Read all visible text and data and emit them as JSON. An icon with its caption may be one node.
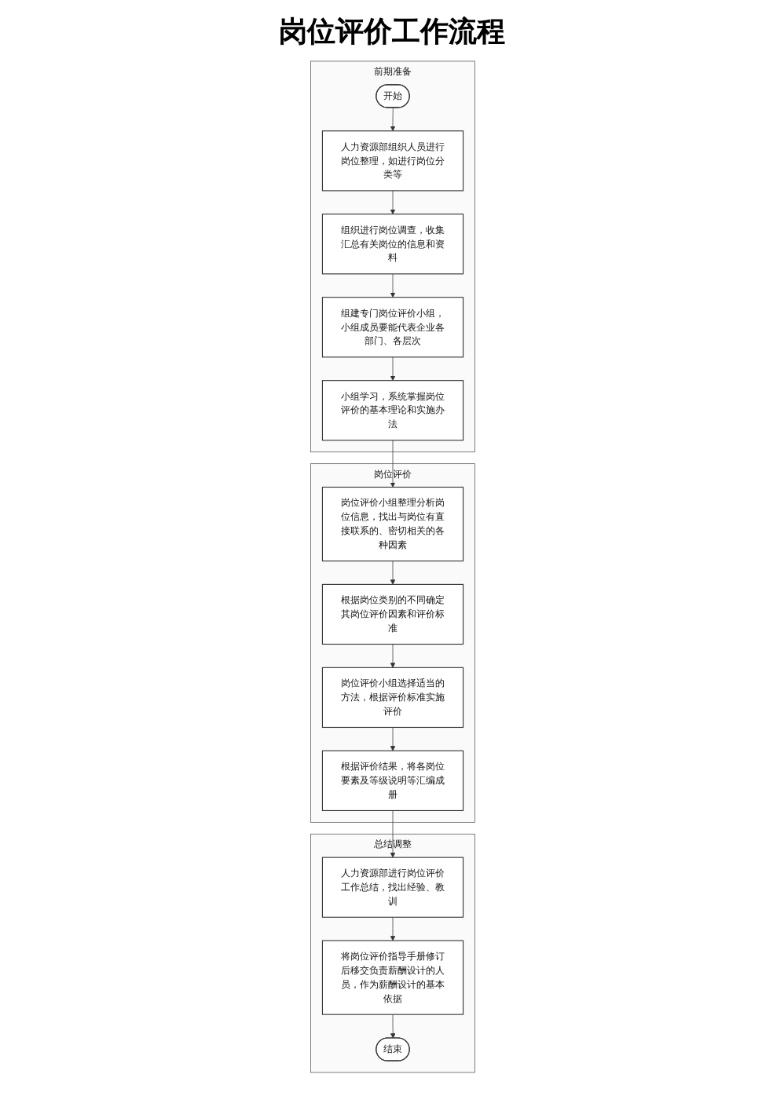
{
  "diagram": {
    "title": "岗位评价工作流程",
    "nodes": [
      {
        "text": [
          "前期准备"
        ]
      },
      {
        "text": [
          "岗位评价"
        ]
      },
      {
        "text": [
          "总结调整"
        ]
      },
      {
        "text": [
          "开始"
        ],
        "in": 0
      },
      {
        "text": [
          "人力资源部组织人员进行岗位整理，如进行岗位分类等"
        ],
        "in": 0
      },
      {
        "text": [
          "组织进行岗位调查，收集汇总有关岗位的信息和资料"
        ],
        "in": 0
      },
      {
        "text": [
          "组建专门岗位评价小组，小组成员要能代表企业各部门、各层次"
        ],
        "in": 0
      },
      {
        "text": [
          "小组学习，系统掌握岗位评价的基本理论和实施办法"
        ],
        "in": 0
      },
      {
        "text": [
          "岗位评价小组整理分析岗位信息，找出与岗位有直接联系的、密切相关的各种因素"
        ],
        "in": 1
      },
      {
        "text": [
          "根据岗位类别的不同确定其岗位评价因素和评价标准"
        ],
        "in": 1
      },
      {
        "text": [
          "岗位评价小组选择适当的方法，根据评价标准实施评价"
        ],
        "in": 1
      },
      {
        "text": [
          "根据评价结果，将各岗位要素及等级说明等汇编成册"
        ],
        "in": 1
      },
      {
        "text": [
          "人力资源部进行岗位评价工作总结，找出经验、教训"
        ],
        "in": 2
      },
      {
        "text": [
          "将岗位评价指导手册修订后移交负责薪酬设计的人员，作为薪酬设计的基本依据"
        ],
        "in": 2
      },
      {
        "text": [
          "结束"
        ],
        "in": 2
      }
    ],
    "edges": [
      {
        "from": 3,
        "to": 4,
        "arrow": "to"
      },
      {
        "from": 4,
        "to": 5,
        "arrow": "to"
      },
      {
        "from": 5,
        "to": 6,
        "arrow": "to"
      },
      {
        "from": 6,
        "to": 7,
        "arrow": "to"
      },
      {
        "from": 7,
        "to": 8,
        "arrow": "to"
      },
      {
        "from": 8,
        "to": 9,
        "arrow": "to"
      },
      {
        "from": 9,
        "to": 10,
        "arrow": "to"
      },
      {
        "from": 10,
        "to": 11,
        "arrow": "to"
      },
      {
        "from": 11,
        "to": 12,
        "arrow": "to"
      },
      {
        "from": 12,
        "to": 13,
        "arrow": "to"
      },
      {
        "from": 13,
        "to": 14,
        "arrow": "to"
      }
    ]
  }
}
